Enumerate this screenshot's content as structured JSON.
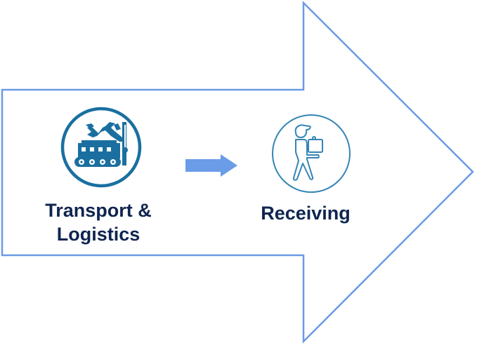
{
  "diagram": {
    "type": "process-flow",
    "colors": {
      "outline": "#6b9ae6",
      "connector_arrow": "#6a9ce8",
      "icon_primary": "#1a6fa0",
      "icon_receiving": "#3585b5",
      "label_text": "#0f2550"
    },
    "steps": [
      {
        "label_line1": "Transport &",
        "label_line2": "Logistics",
        "icon": "factory-robot-conveyor-icon"
      },
      {
        "label": "Receiving",
        "icon": "person-carrying-box-icon"
      }
    ],
    "connector": "right-arrow-icon",
    "background_shape": "large-outlined-right-arrow"
  }
}
